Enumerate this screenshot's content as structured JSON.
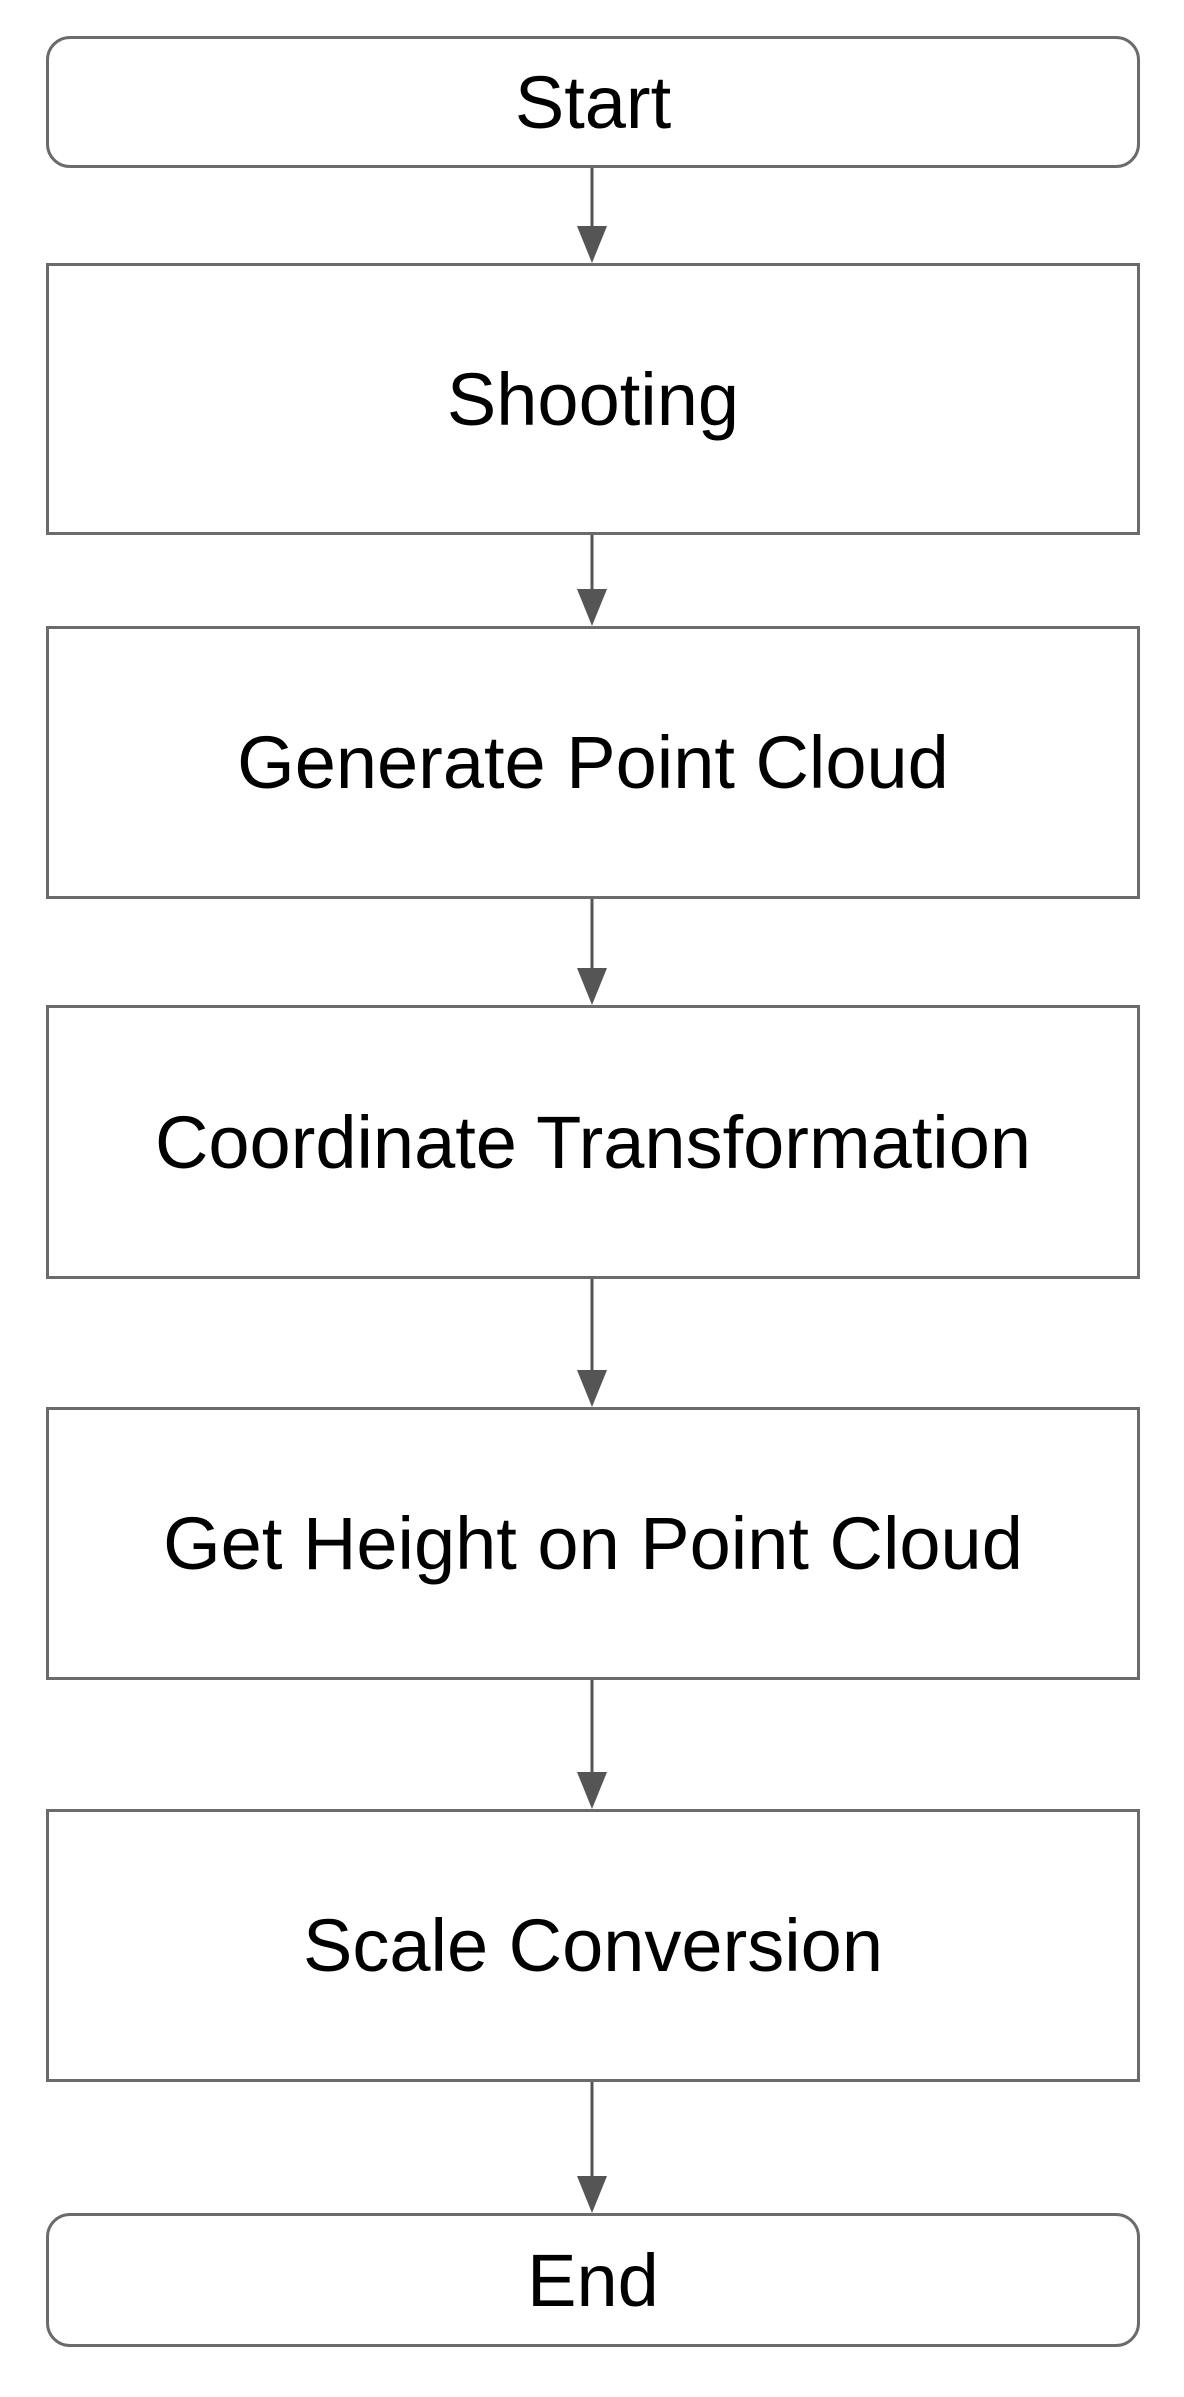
{
  "flowchart": {
    "start": "Start",
    "steps": [
      "Shooting",
      "Generate Point Cloud",
      "Coordinate Transformation",
      "Get Height on Point Cloud",
      "Scale Conversion"
    ],
    "end": "End"
  },
  "colors": {
    "border": "#6b6b6b",
    "arrow": "#555555",
    "text": "#000000",
    "background": "#ffffff"
  }
}
